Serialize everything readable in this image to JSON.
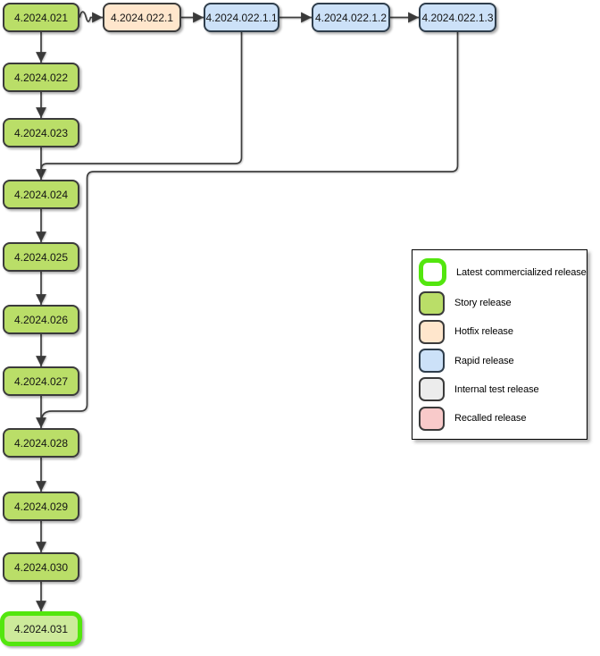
{
  "diagram": {
    "nodes": [
      {
        "id": "n021",
        "label": "4.2024.021",
        "type": "story"
      },
      {
        "id": "n0221",
        "label": "4.2024.022.1",
        "type": "hotfix"
      },
      {
        "id": "n02211",
        "label": "4.2024.022.1.1",
        "type": "rapid"
      },
      {
        "id": "n02212",
        "label": "4.2024.022.1.2",
        "type": "rapid"
      },
      {
        "id": "n02213",
        "label": "4.2024.022.1.3",
        "type": "rapid"
      },
      {
        "id": "n022",
        "label": "4.2024.022",
        "type": "story"
      },
      {
        "id": "n023",
        "label": "4.2024.023",
        "type": "story"
      },
      {
        "id": "n024",
        "label": "4.2024.024",
        "type": "story"
      },
      {
        "id": "n025",
        "label": "4.2024.025",
        "type": "story"
      },
      {
        "id": "n026",
        "label": "4.2024.026",
        "type": "story"
      },
      {
        "id": "n027",
        "label": "4.2024.027",
        "type": "story"
      },
      {
        "id": "n028",
        "label": "4.2024.028",
        "type": "story"
      },
      {
        "id": "n029",
        "label": "4.2024.029",
        "type": "story"
      },
      {
        "id": "n030",
        "label": "4.2024.030",
        "type": "story"
      },
      {
        "id": "n031",
        "label": "4.2024.031",
        "type": "story-latest"
      }
    ],
    "edges": [
      {
        "from": "n021",
        "to": "n0221",
        "style": "wavy"
      },
      {
        "from": "n0221",
        "to": "n02211",
        "style": "arrow"
      },
      {
        "from": "n02211",
        "to": "n02212",
        "style": "arrow"
      },
      {
        "from": "n02212",
        "to": "n02213",
        "style": "arrow"
      },
      {
        "from": "n021",
        "to": "n022",
        "style": "arrow"
      },
      {
        "from": "n022",
        "to": "n023",
        "style": "arrow"
      },
      {
        "from": "n023",
        "to": "n024",
        "style": "arrow"
      },
      {
        "from": "n02211",
        "to": "n024",
        "style": "merge"
      },
      {
        "from": "n02213",
        "to": "n028",
        "style": "merge"
      },
      {
        "from": "n024",
        "to": "n025",
        "style": "arrow"
      },
      {
        "from": "n025",
        "to": "n026",
        "style": "arrow"
      },
      {
        "from": "n026",
        "to": "n027",
        "style": "arrow"
      },
      {
        "from": "n027",
        "to": "n028",
        "style": "arrow"
      },
      {
        "from": "n028",
        "to": "n029",
        "style": "arrow"
      },
      {
        "from": "n029",
        "to": "n030",
        "style": "arrow"
      },
      {
        "from": "n030",
        "to": "n031",
        "style": "arrow"
      }
    ]
  },
  "legend": {
    "items": [
      {
        "type": "latest",
        "label": "Latest commercialized release"
      },
      {
        "type": "story",
        "label": "Story release"
      },
      {
        "type": "hotfix",
        "label": "Hotfix release"
      },
      {
        "type": "rapid",
        "label": "Rapid release"
      },
      {
        "type": "internal",
        "label": "Internal test release"
      },
      {
        "type": "recalled",
        "label": "Recalled release"
      }
    ]
  },
  "colors": {
    "story_fill": "#bade68",
    "latest_fill": "#cdea9b",
    "latest_border": "#53e60e",
    "hotfix_fill": "#ffe6cc",
    "rapid_fill": "#cce1f8",
    "internal_fill": "#ececec",
    "recalled_fill": "#f8caca",
    "node_border": "#3b3b3b",
    "edge_stroke": "#3f3f3f"
  }
}
